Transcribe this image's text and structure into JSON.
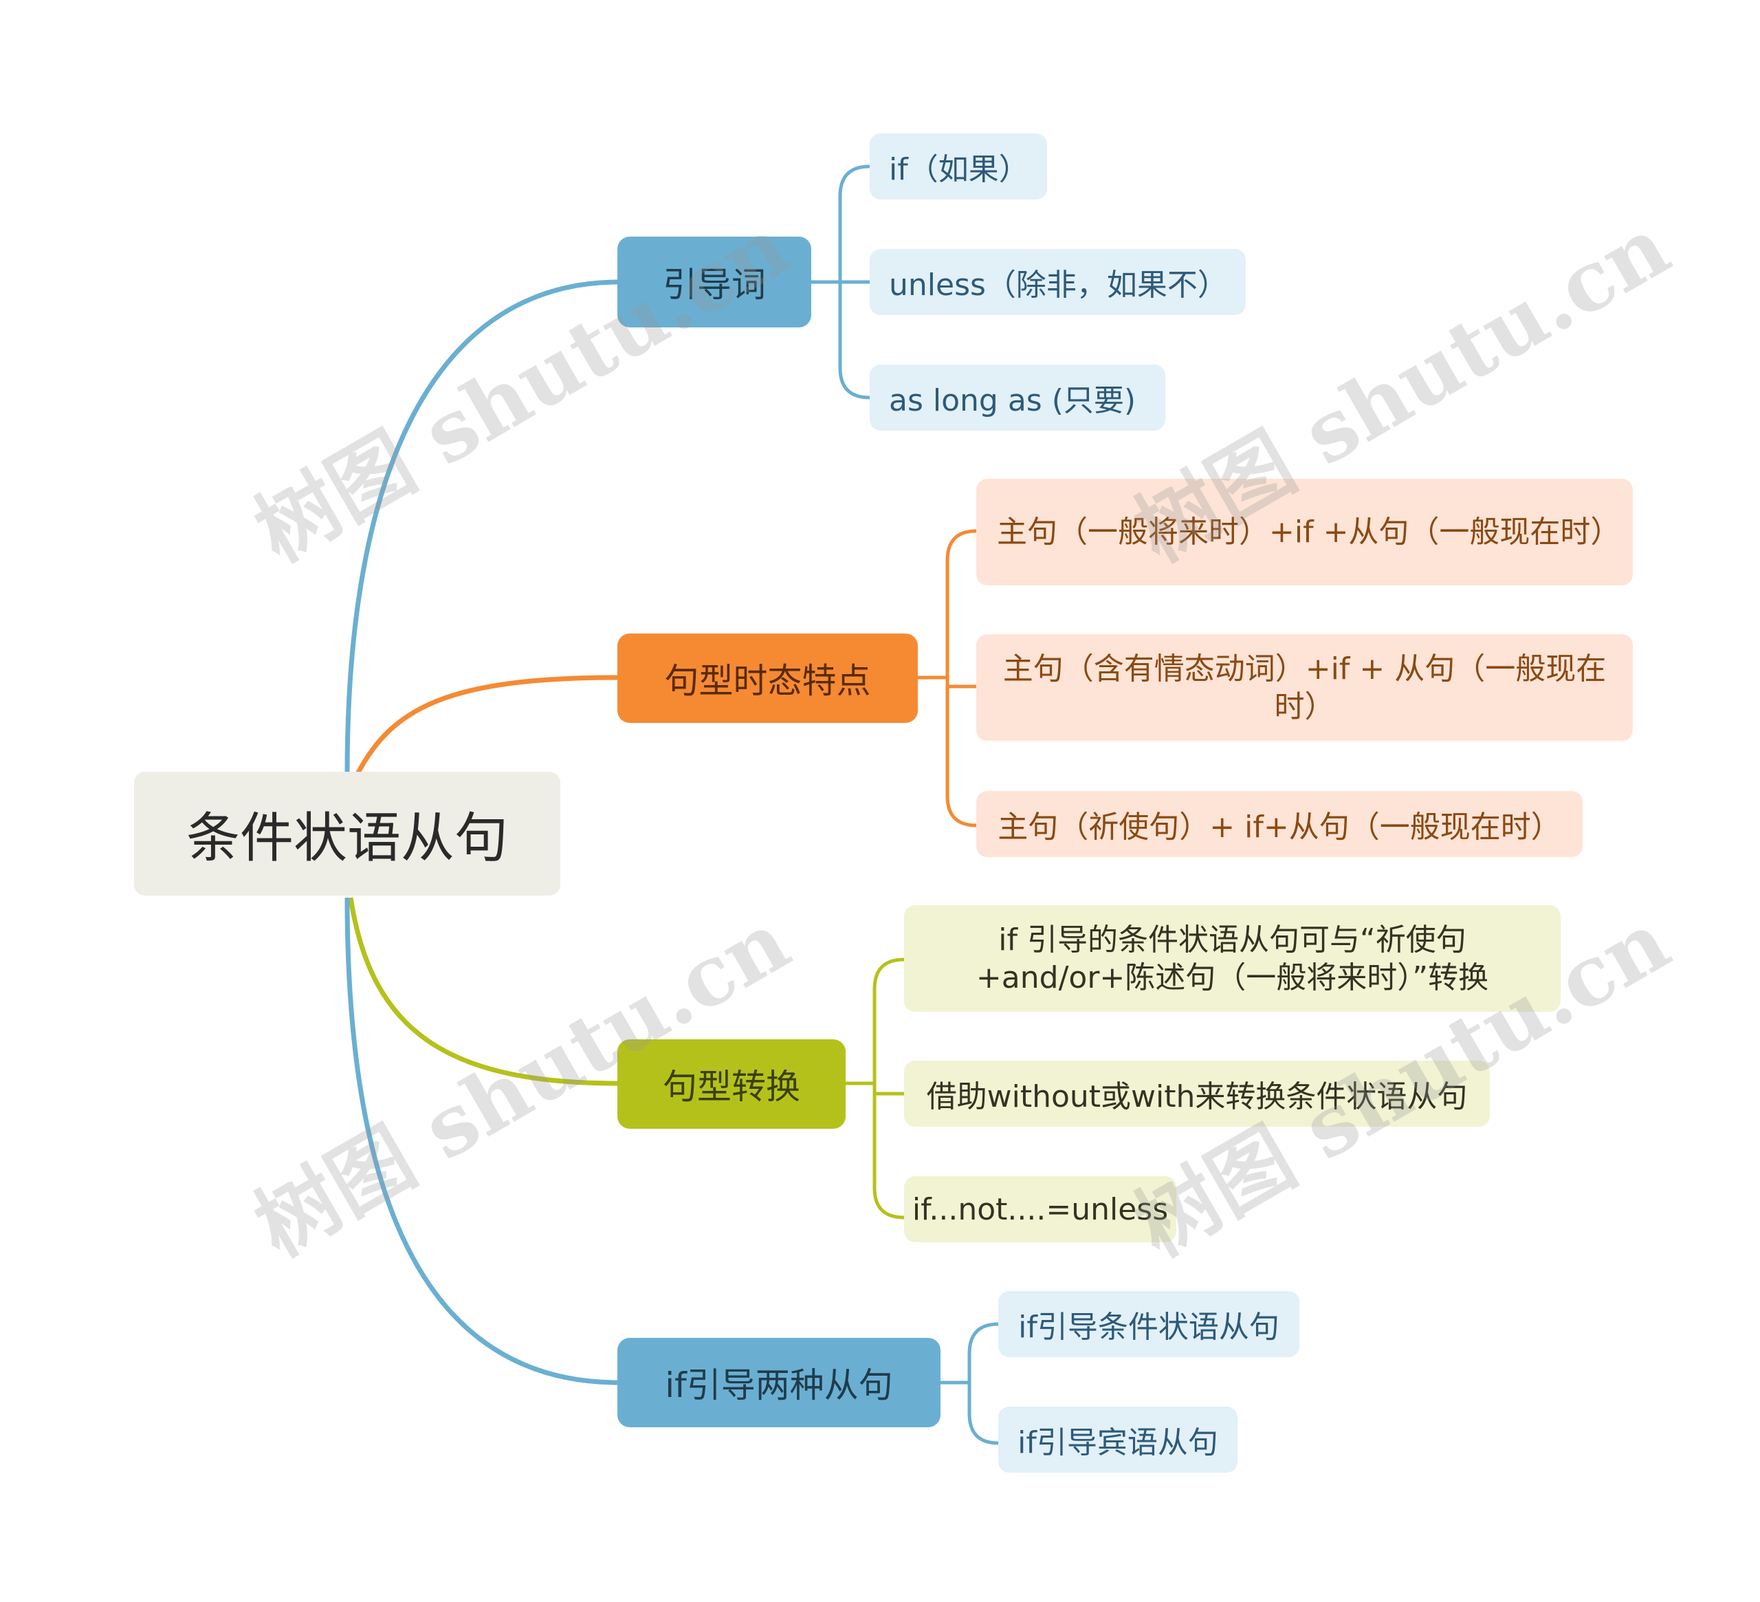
{
  "root": {
    "label": "条件状语从句"
  },
  "branches": [
    {
      "label": "引导词",
      "leaves": [
        "if（如果）",
        "unless（除非，如果不）",
        "as long as (只要)"
      ]
    },
    {
      "label": "句型时态特点",
      "leaves": [
        "主句（一般将来时）+if +从句（一般现在时）",
        "主句（含有情态动词）+if + 从句（一般现在时）",
        "主句（祈使句）+ if+从句（一般现在时）"
      ]
    },
    {
      "label": "句型转换",
      "leaves": [
        "if 引导的条件状语从句可与“祈使句+and/or+陈述句（一般将来时）”转换",
        "借助without或with来转换条件状语从句",
        "if...not....=unless"
      ]
    },
    {
      "label": "if引导两种从句",
      "leaves": [
        "if引导条件状语从句",
        "if引导宾语从句"
      ]
    }
  ],
  "colors": {
    "blue": "#6aafd2",
    "orange": "#f58a33",
    "green": "#b5c11b",
    "blue_light": "#e2f0f8",
    "orange_light": "#fde4d6",
    "green_light": "#f1f3d3",
    "root_bg": "#eeeee6"
  },
  "watermark": "树图 shutu.cn"
}
